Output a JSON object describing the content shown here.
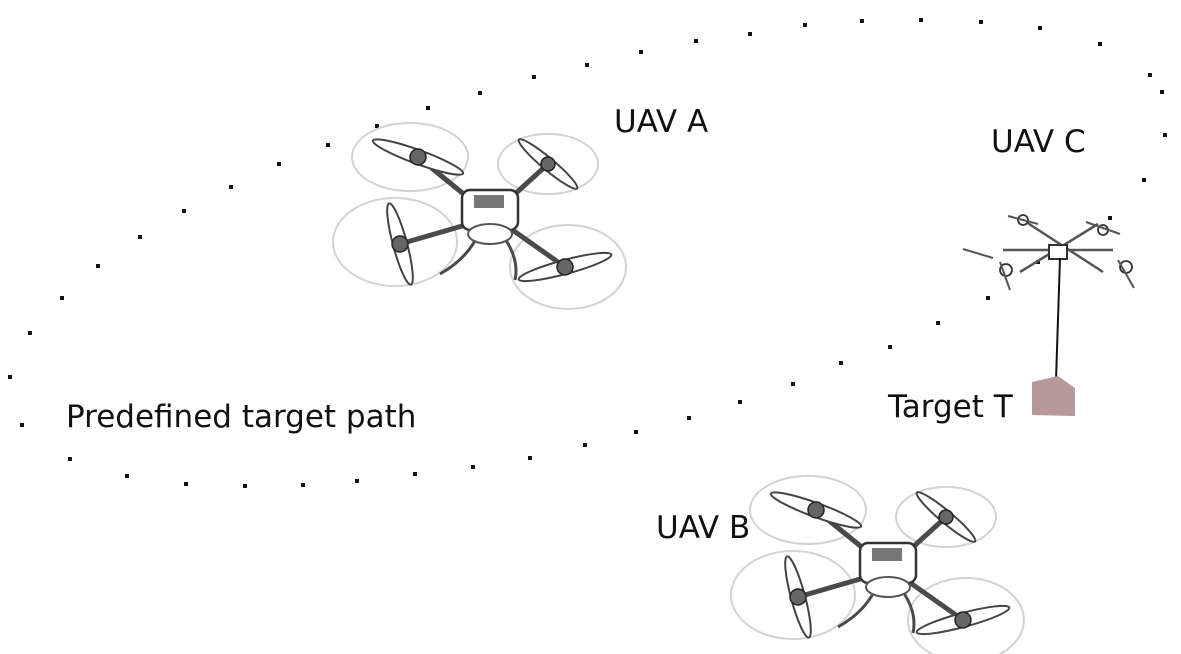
{
  "labels": {
    "uav_a": "UAV A",
    "uav_b": "UAV B",
    "uav_c": "UAV C",
    "target": "Target T",
    "path": "Predefined target path"
  },
  "colors": {
    "path_dots": "#111111",
    "target_box": "#b69998",
    "tether": "#111111",
    "drone_line": "#4a4a4a",
    "rotor_disc": "#d3d3d3"
  }
}
